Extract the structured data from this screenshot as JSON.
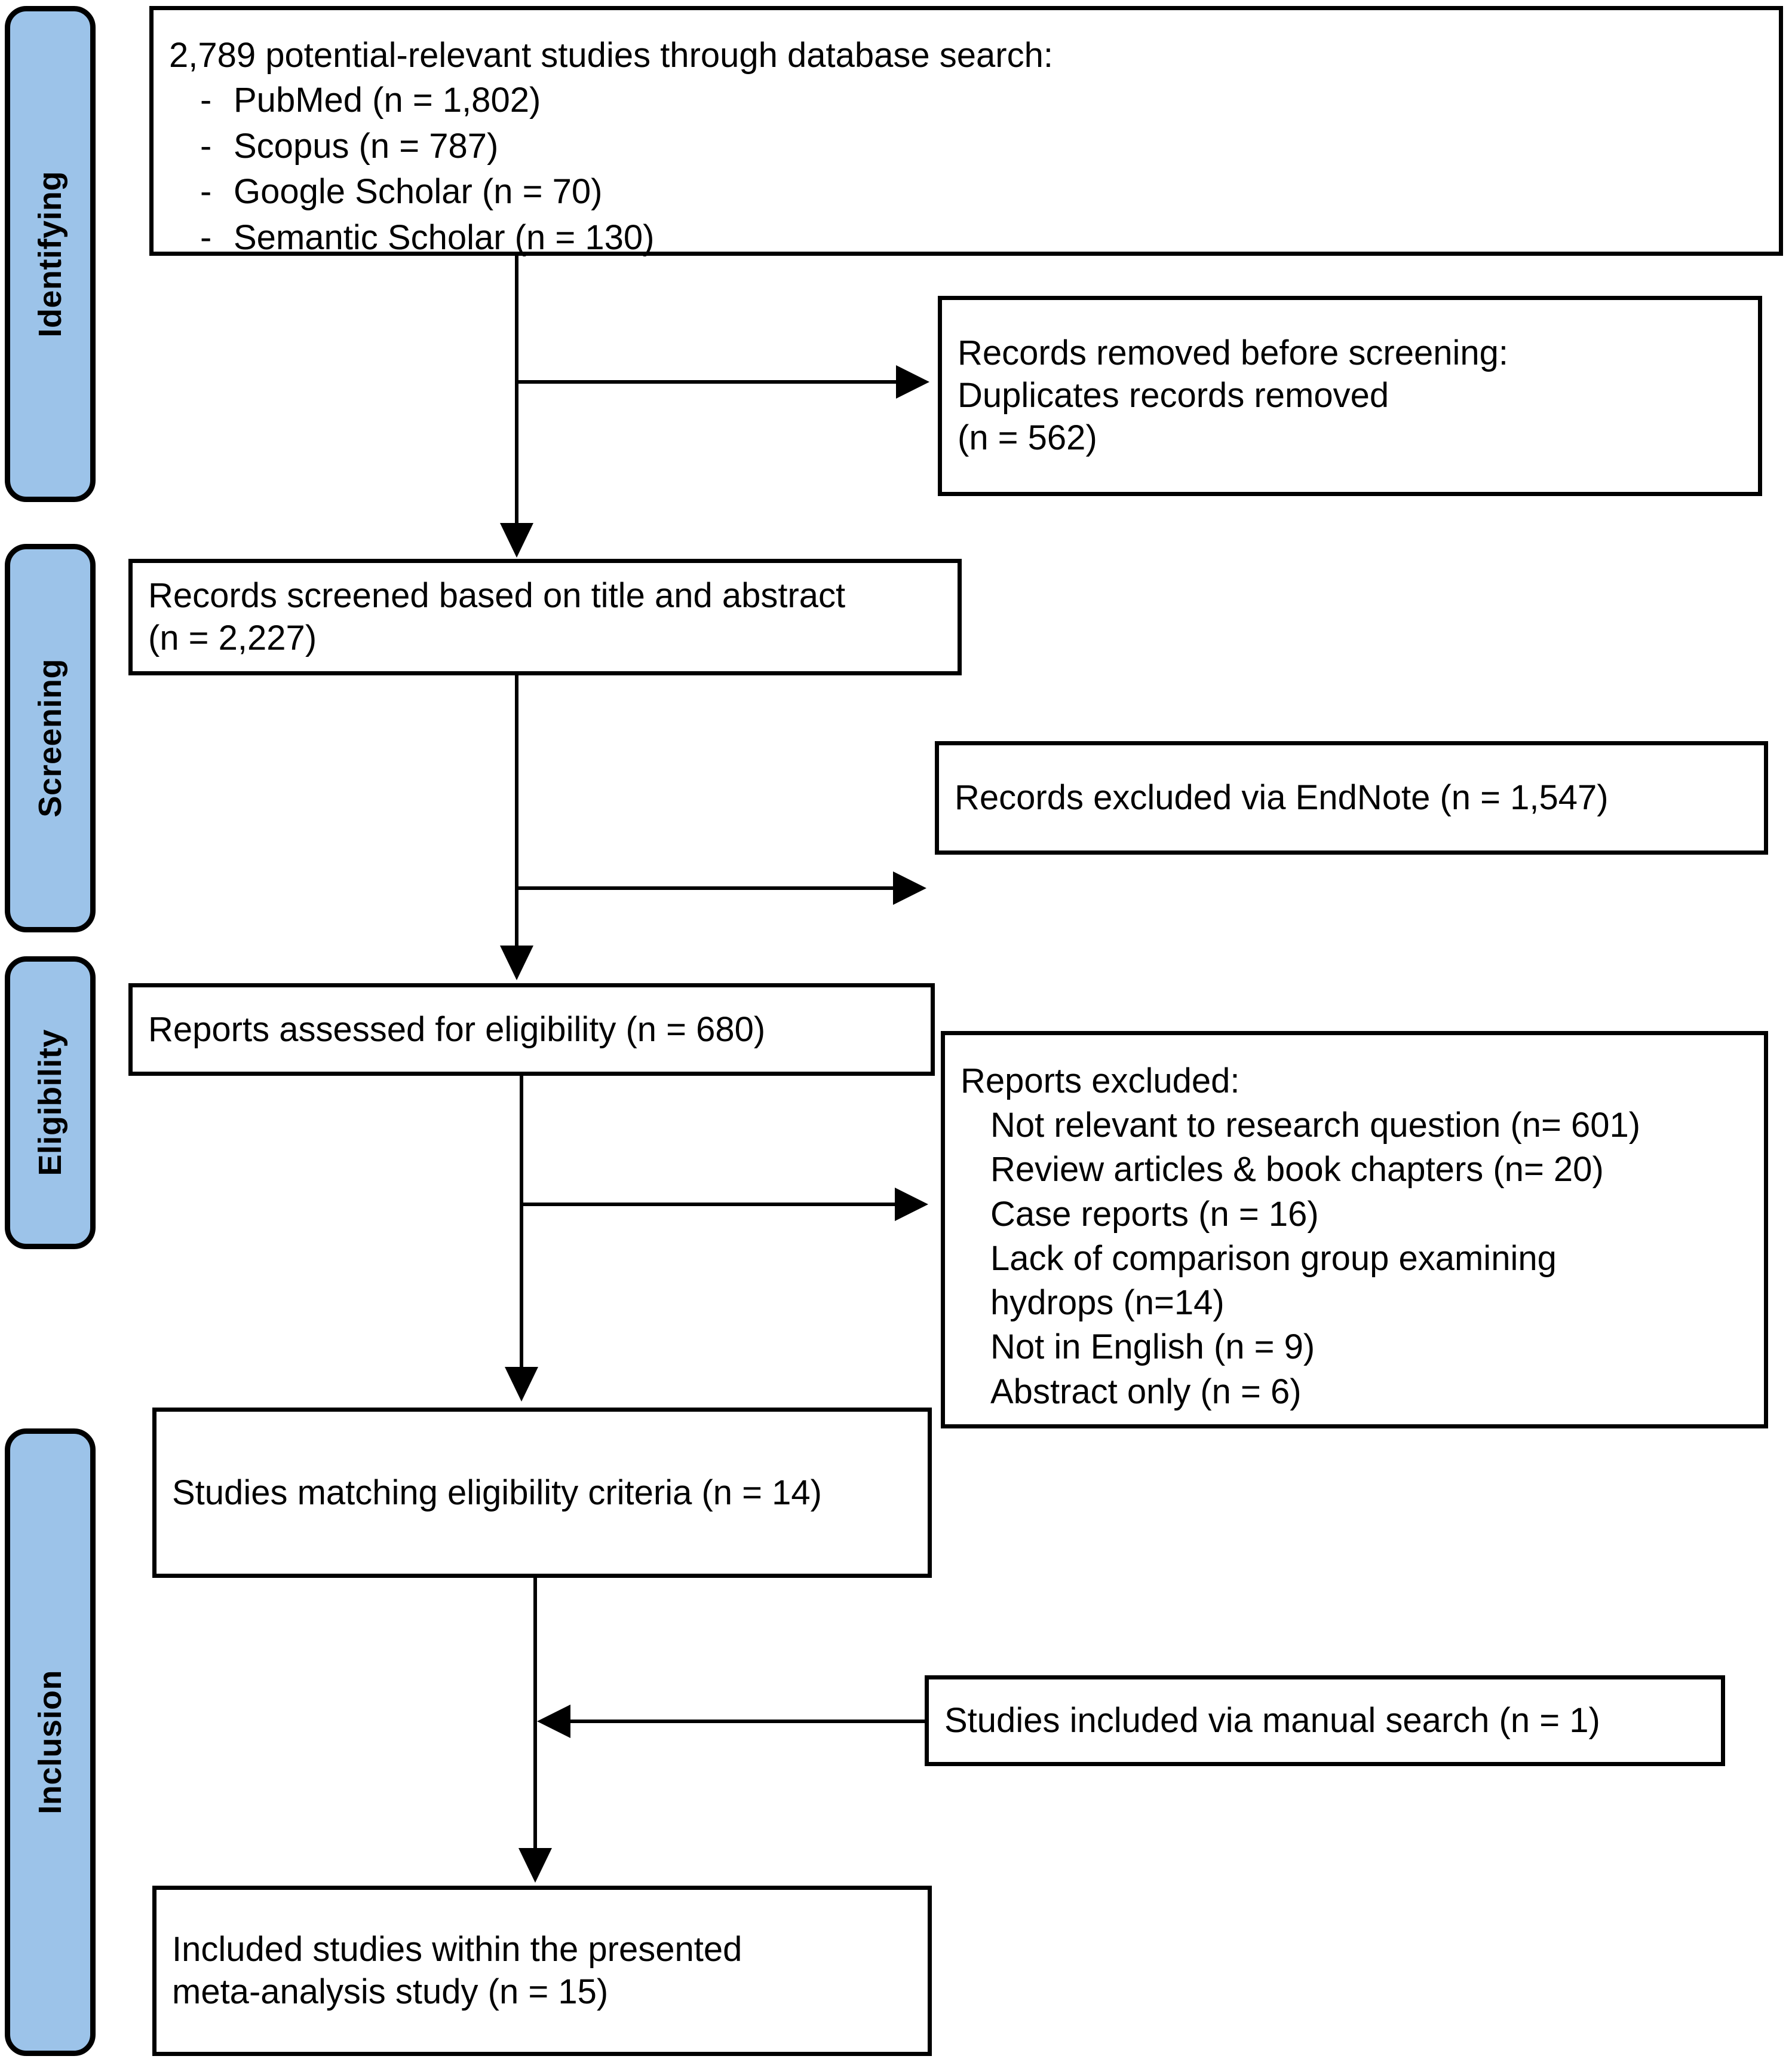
{
  "diagram": {
    "type": "PRISMA flow diagram",
    "colors": {
      "stage_tab_fill": "#9CC3E9",
      "stroke": "#000000",
      "box_fill": "#FFFFFF"
    },
    "stages": [
      {
        "id": "identifying",
        "label": "Identifying"
      },
      {
        "id": "screening",
        "label": "Screening"
      },
      {
        "id": "eligibility",
        "label": "Eligibility"
      },
      {
        "id": "inclusion",
        "label": "Inclusion"
      }
    ],
    "boxes": {
      "identification": {
        "heading": "2,789 potential-relevant studies through database search:",
        "sources": [
          {
            "bullet": "-",
            "label": "PubMed (n = 1,802)"
          },
          {
            "bullet": "-",
            "label": "Scopus (n = 787)"
          },
          {
            "bullet": "-",
            "label": "Google Scholar (n = 70)"
          },
          {
            "bullet": "-",
            "label": "Semantic Scholar (n = 130)"
          }
        ]
      },
      "duplicates_removed": {
        "line1": "Records removed before screening:",
        "line2": "Duplicates records removed",
        "line3": "(n = 562)"
      },
      "records_screened": {
        "line1": "Records screened based on title and abstract",
        "line2": "(n = 2,227)"
      },
      "records_excluded_endnote": {
        "line1": "Records excluded via EndNote (n = 1,547)"
      },
      "reports_assessed": {
        "line1": "Reports assessed for eligibility (n = 680)"
      },
      "reports_excluded": {
        "heading": "Reports excluded:",
        "reasons": [
          "Not relevant to research question (n= 601)",
          "Review articles & book chapters (n= 20)",
          "Case reports (n = 16)",
          "Lack of comparison group examining",
          "hydrops (n=14)",
          "Not in English (n = 9)",
          "Abstract only (n = 6)"
        ]
      },
      "studies_matching": {
        "line1": "Studies matching eligibility criteria (n = 14)"
      },
      "manual_search": {
        "line1": "Studies included via manual search (n = 1)"
      },
      "included_final": {
        "line1": "Included studies within the presented",
        "line2": "meta-analysis study (n = 15)"
      }
    }
  }
}
